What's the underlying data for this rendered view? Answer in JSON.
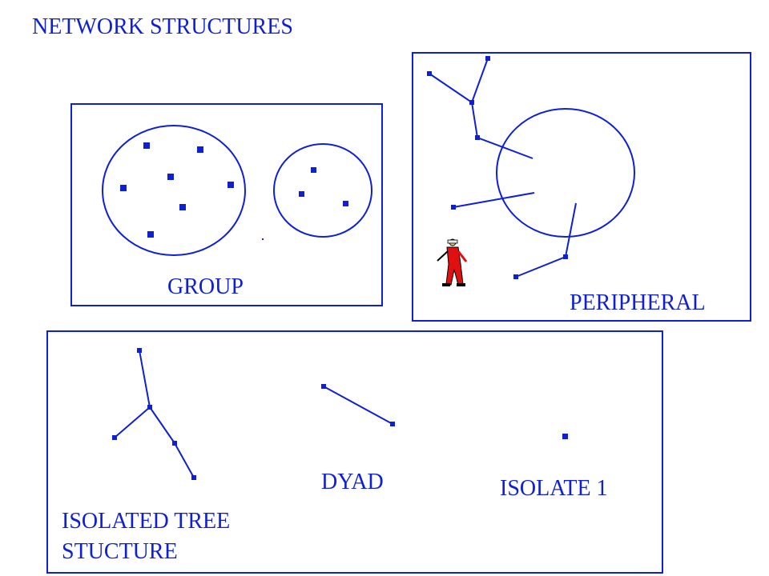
{
  "title": "NETWORK STRUCTURES",
  "colors": {
    "ink": "#0f1fd6",
    "figure_red": "#e01010"
  },
  "panels": {
    "group": {
      "label": "GROUP"
    },
    "peripheral": {
      "label": "PERIPHERAL"
    },
    "tree": {
      "label_line1": "ISOLATED TREE",
      "label_line2": "STUCTURE"
    },
    "dyad": {
      "label": "DYAD"
    },
    "isolate": {
      "label": "ISOLATE 1"
    }
  },
  "icons": {
    "figure": "red-person-figure-icon"
  }
}
